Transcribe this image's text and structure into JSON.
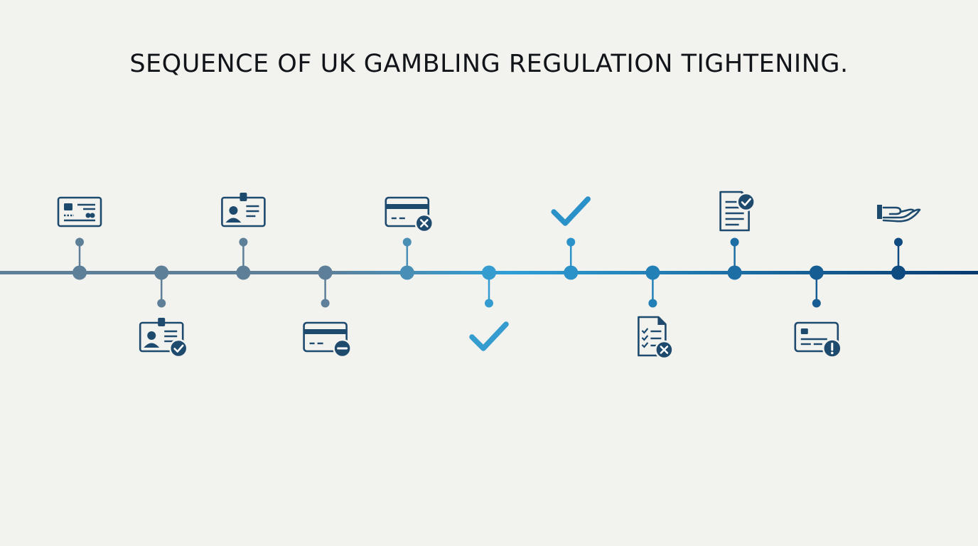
{
  "title": "SEQUENCE OF UK GAMBLING REGULATION TIGHTENING.",
  "colors": {
    "background": "#f2f2ef",
    "title": "#111418",
    "line_start": "#5e7f98",
    "line_mid": "#2f9fd6",
    "line_end": "#083a6e",
    "icon_dark": "#1e4a6e"
  },
  "milestones": [
    {
      "side": "above",
      "icon": "id-card-icon"
    },
    {
      "side": "below",
      "icon": "id-badge-check-icon"
    },
    {
      "side": "above",
      "icon": "id-badge-icon"
    },
    {
      "side": "below",
      "icon": "credit-card-minus-icon"
    },
    {
      "side": "above",
      "icon": "credit-card-x-icon"
    },
    {
      "side": "below",
      "icon": "checkmark-icon"
    },
    {
      "side": "above",
      "icon": "checkmark-icon"
    },
    {
      "side": "below",
      "icon": "checklist-document-x-icon"
    },
    {
      "side": "above",
      "icon": "document-check-icon"
    },
    {
      "side": "below",
      "icon": "credit-card-alert-icon"
    },
    {
      "side": "above",
      "icon": "hand-offer-icon"
    }
  ]
}
